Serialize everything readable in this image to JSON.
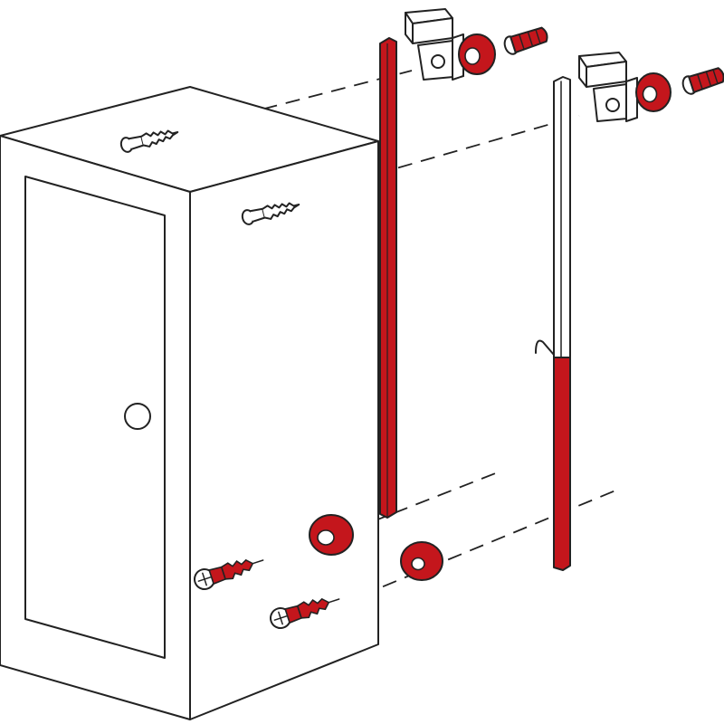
{
  "diagram": {
    "kind": "exploded-assembly-illustration",
    "colors": {
      "accent": "#c4161c",
      "line": "#222222",
      "fill": "#ffffff",
      "background": "#ffffff"
    },
    "parts": [
      {
        "name": "cabinet",
        "icon": "cabinet-icon"
      },
      {
        "name": "cabinet-door",
        "icon": "door-icon"
      },
      {
        "name": "door-knob",
        "icon": "knob-icon"
      },
      {
        "name": "wall-screw",
        "icon": "screw-icon",
        "count": 2
      },
      {
        "name": "red-mounting-rail",
        "icon": "rail-icon"
      },
      {
        "name": "white-mounting-rail",
        "icon": "rail-icon"
      },
      {
        "name": "mounting-bracket",
        "icon": "bracket-icon",
        "count": 2
      },
      {
        "name": "red-washer",
        "icon": "washer-icon",
        "count": 4
      },
      {
        "name": "wall-anchor",
        "icon": "anchor-icon",
        "count": 2
      },
      {
        "name": "screw-with-anchor",
        "icon": "screw-icon",
        "count": 2
      }
    ]
  }
}
